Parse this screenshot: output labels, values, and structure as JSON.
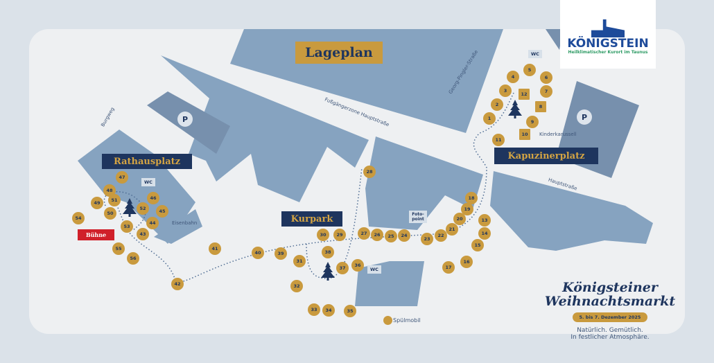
{
  "title": "Lageplan",
  "logo": {
    "name": "KÖNIGSTEIN",
    "tagline": "Heilklimatischer Kurort im Taunus"
  },
  "areas": {
    "rathausplatz": "Rathausplatz",
    "kurpark": "Kurpark",
    "kapuzinerplatz": "Kapuzinerplatz"
  },
  "stage": "Bühne",
  "streets": {
    "burgweg": "Burgweg",
    "fussgaenger": "Fußgängerzone Hauptstraße",
    "pingler": "Georg-Pingler-Straße",
    "haupt": "Hauptstraße"
  },
  "places": {
    "kinderkarussell": "Kinderkarussell",
    "eisenbahn": "Eisenbahn",
    "spuelmobil": "Spülmobil",
    "fotopoint": "Foto-point"
  },
  "wc": "WC",
  "parking": "P",
  "stands": [
    "1",
    "2",
    "3",
    "4",
    "5",
    "6",
    "7",
    "8",
    "9",
    "10",
    "11",
    "12",
    "13",
    "14",
    "15",
    "16",
    "17",
    "18",
    "19",
    "20",
    "21",
    "22",
    "23",
    "24",
    "25",
    "26",
    "27",
    "28",
    "29",
    "30",
    "31",
    "32",
    "33",
    "34",
    "35",
    "36",
    "37",
    "38",
    "39",
    "40",
    "41",
    "42",
    "43",
    "44",
    "45",
    "46",
    "47",
    "48",
    "49",
    "50",
    "51",
    "52",
    "53",
    "54",
    "55",
    "56"
  ],
  "event": {
    "line1": "Königsteiner",
    "line2": "Weihnachtsmarkt",
    "dates": "5. bis 7. Dezember 2025",
    "slogan1": "Natürlich. Gemütlich.",
    "slogan2": "In festlicher Atmosphäre."
  },
  "colors": {
    "navy": "#1e355e",
    "gold": "#c99a3e",
    "red": "#d0202a",
    "building": "#86a3c0"
  }
}
